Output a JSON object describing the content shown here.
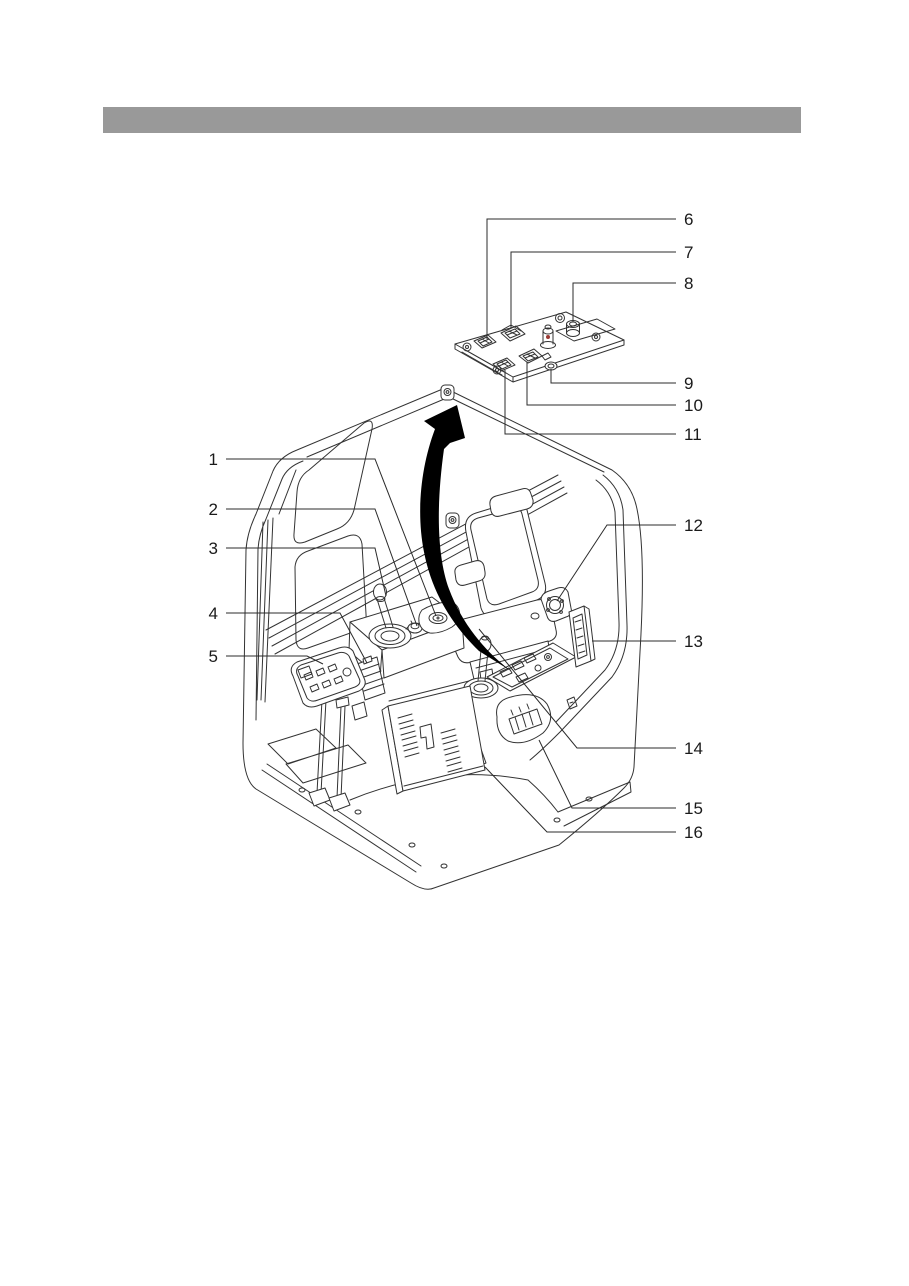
{
  "page": {
    "background_color": "#ffffff",
    "header_bar_color": "#999999"
  },
  "figure": {
    "description": "Operator cab interior line illustration with numbered component callouts and enlarged overhead switch panel",
    "stroke_color": "#333333",
    "arrow_color": "#000000",
    "knob_dot_color": "#9c3a34",
    "callouts": [
      {
        "label": "1",
        "points_to": "armrest-disc-switch"
      },
      {
        "label": "2",
        "points_to": "console-round-knob"
      },
      {
        "label": "3",
        "points_to": "left-joystick"
      },
      {
        "label": "4",
        "points_to": "ribbed-connector"
      },
      {
        "label": "5",
        "points_to": "switch-keypad"
      },
      {
        "label": "6",
        "points_to": "panel-rocker-switch-1"
      },
      {
        "label": "7",
        "points_to": "panel-rocker-switch-2"
      },
      {
        "label": "8",
        "points_to": "panel-socket"
      },
      {
        "label": "9",
        "points_to": "panel-knob-mount-ring"
      },
      {
        "label": "10",
        "points_to": "panel-rocker-switch-4"
      },
      {
        "label": "11",
        "points_to": "panel-rocker-switch-3"
      },
      {
        "label": "12",
        "points_to": "round-connector"
      },
      {
        "label": "13",
        "points_to": "side-strip-panel"
      },
      {
        "label": "14",
        "points_to": "right-console-mount"
      },
      {
        "label": "15",
        "points_to": "harness-connector"
      },
      {
        "label": "16",
        "points_to": "small-rocker-switch"
      }
    ]
  }
}
